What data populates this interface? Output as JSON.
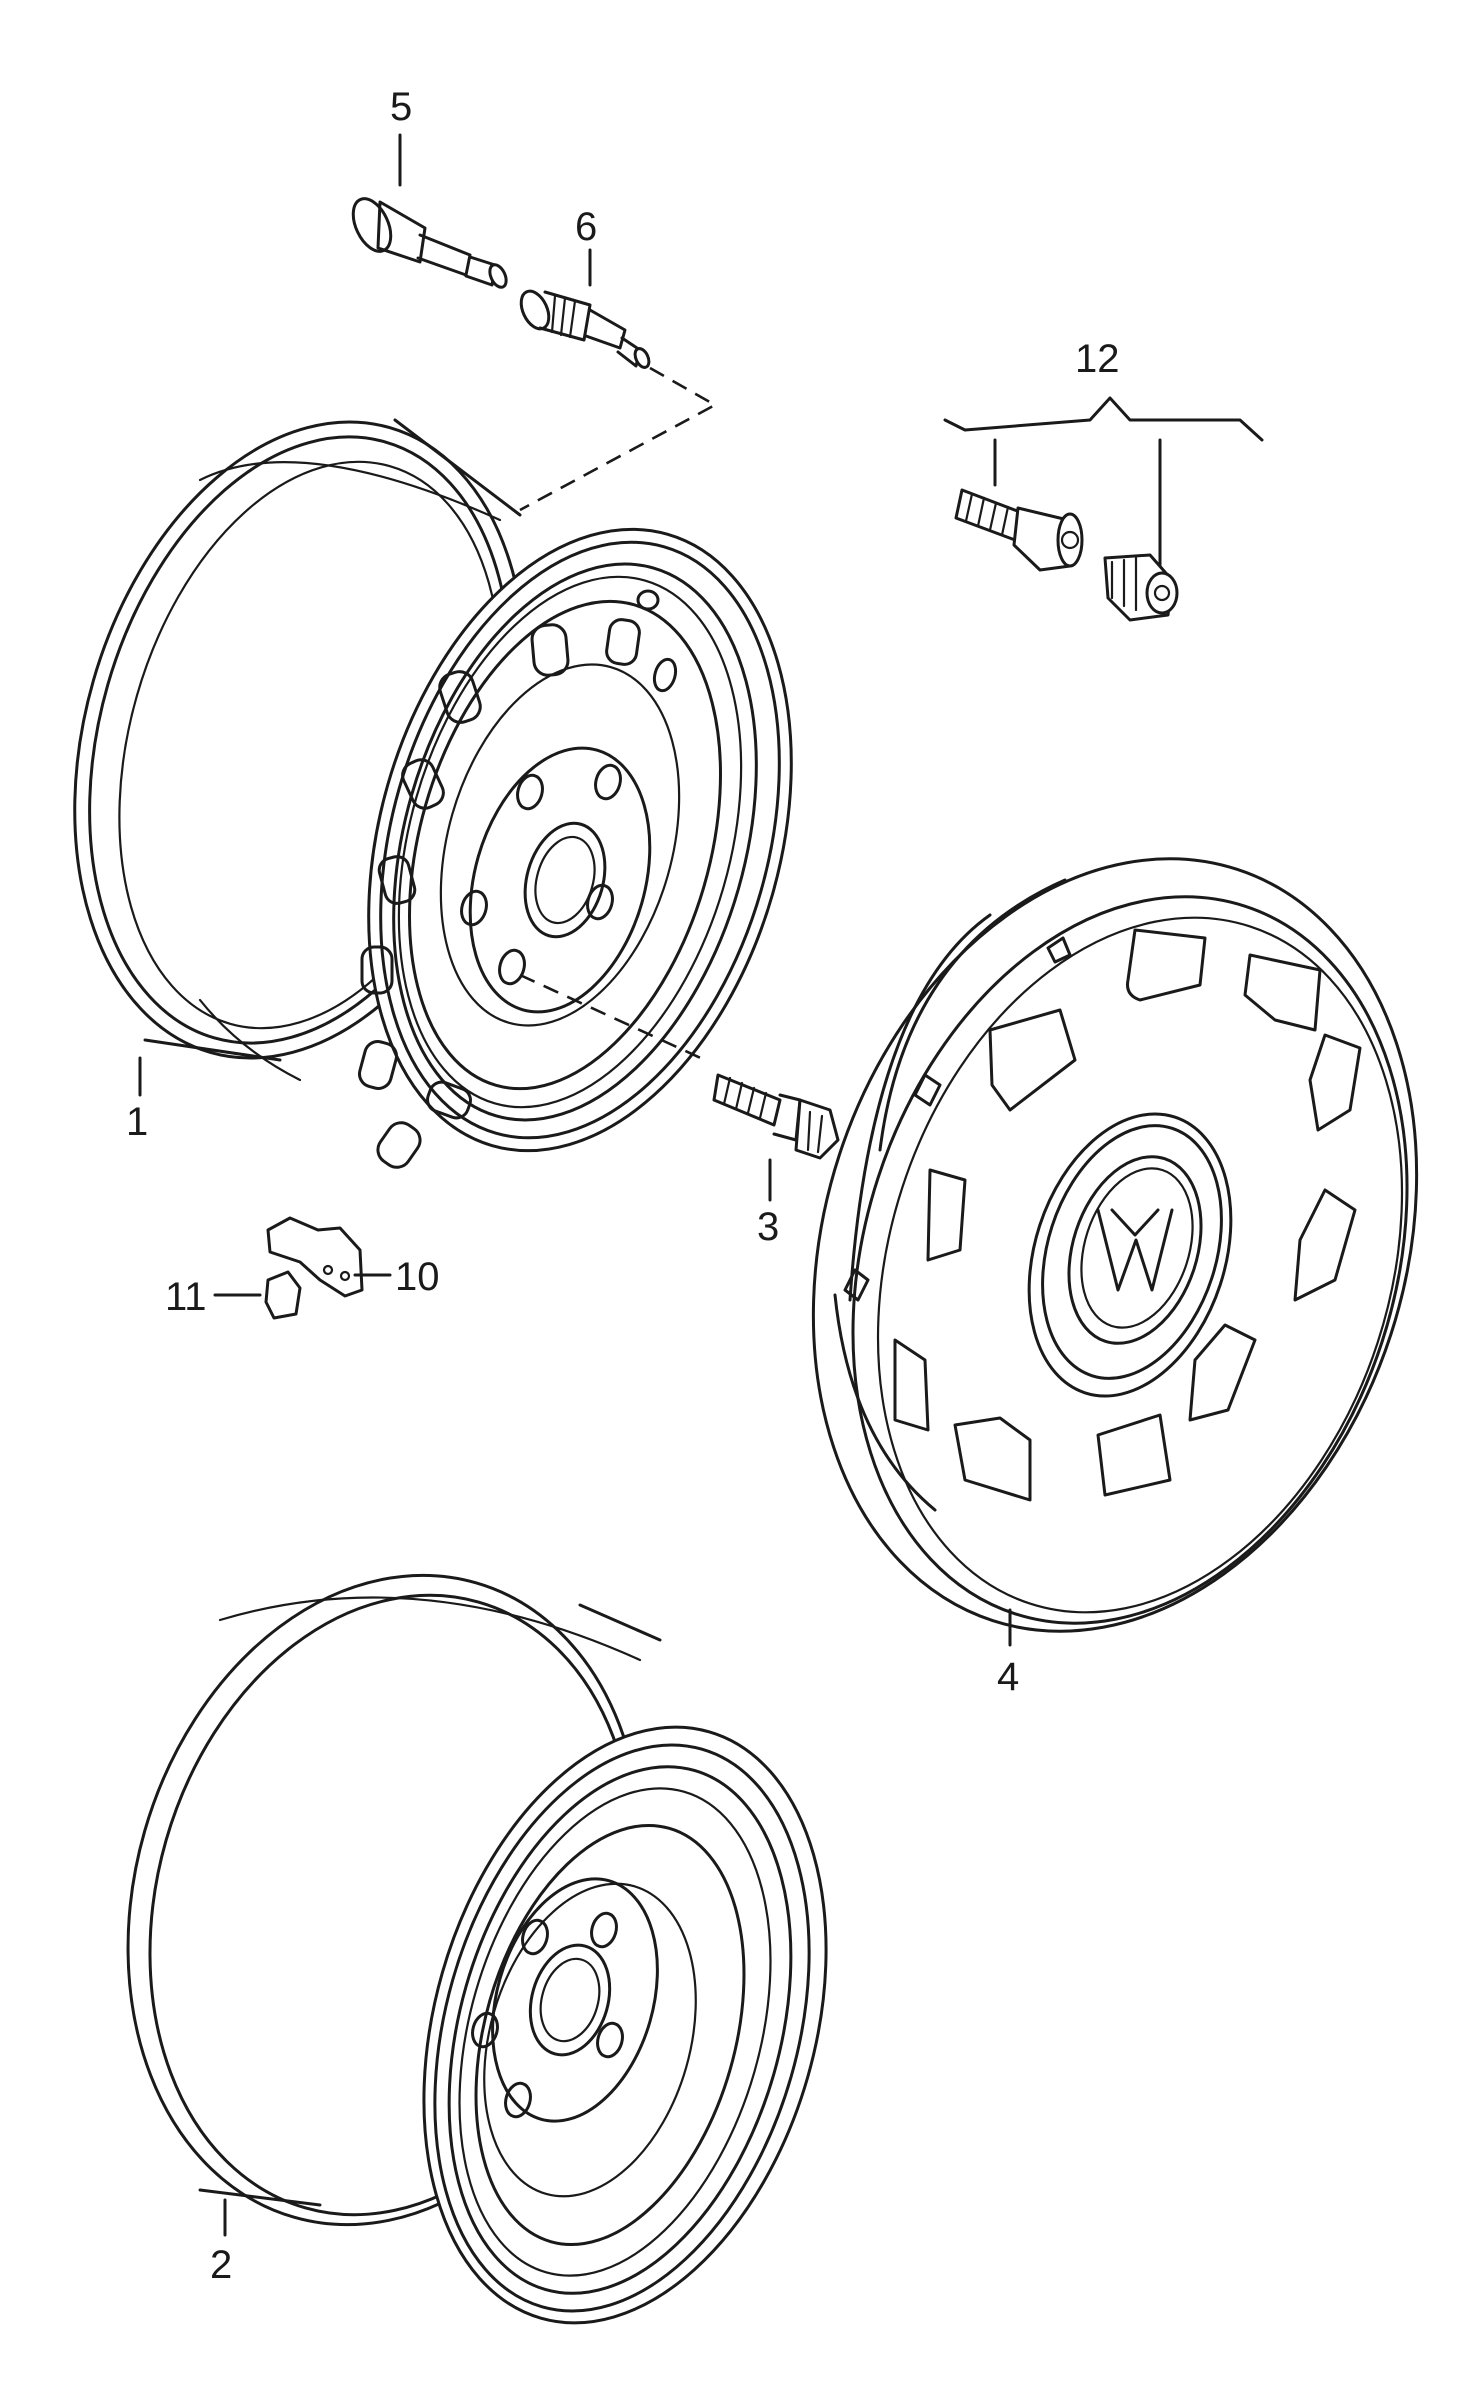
{
  "labels": {
    "part_1": "1",
    "part_2": "2",
    "part_3": "3",
    "part_4": "4",
    "part_5": "5",
    "part_6": "6",
    "part_10": "10",
    "part_11": "11",
    "part_12": "12"
  }
}
